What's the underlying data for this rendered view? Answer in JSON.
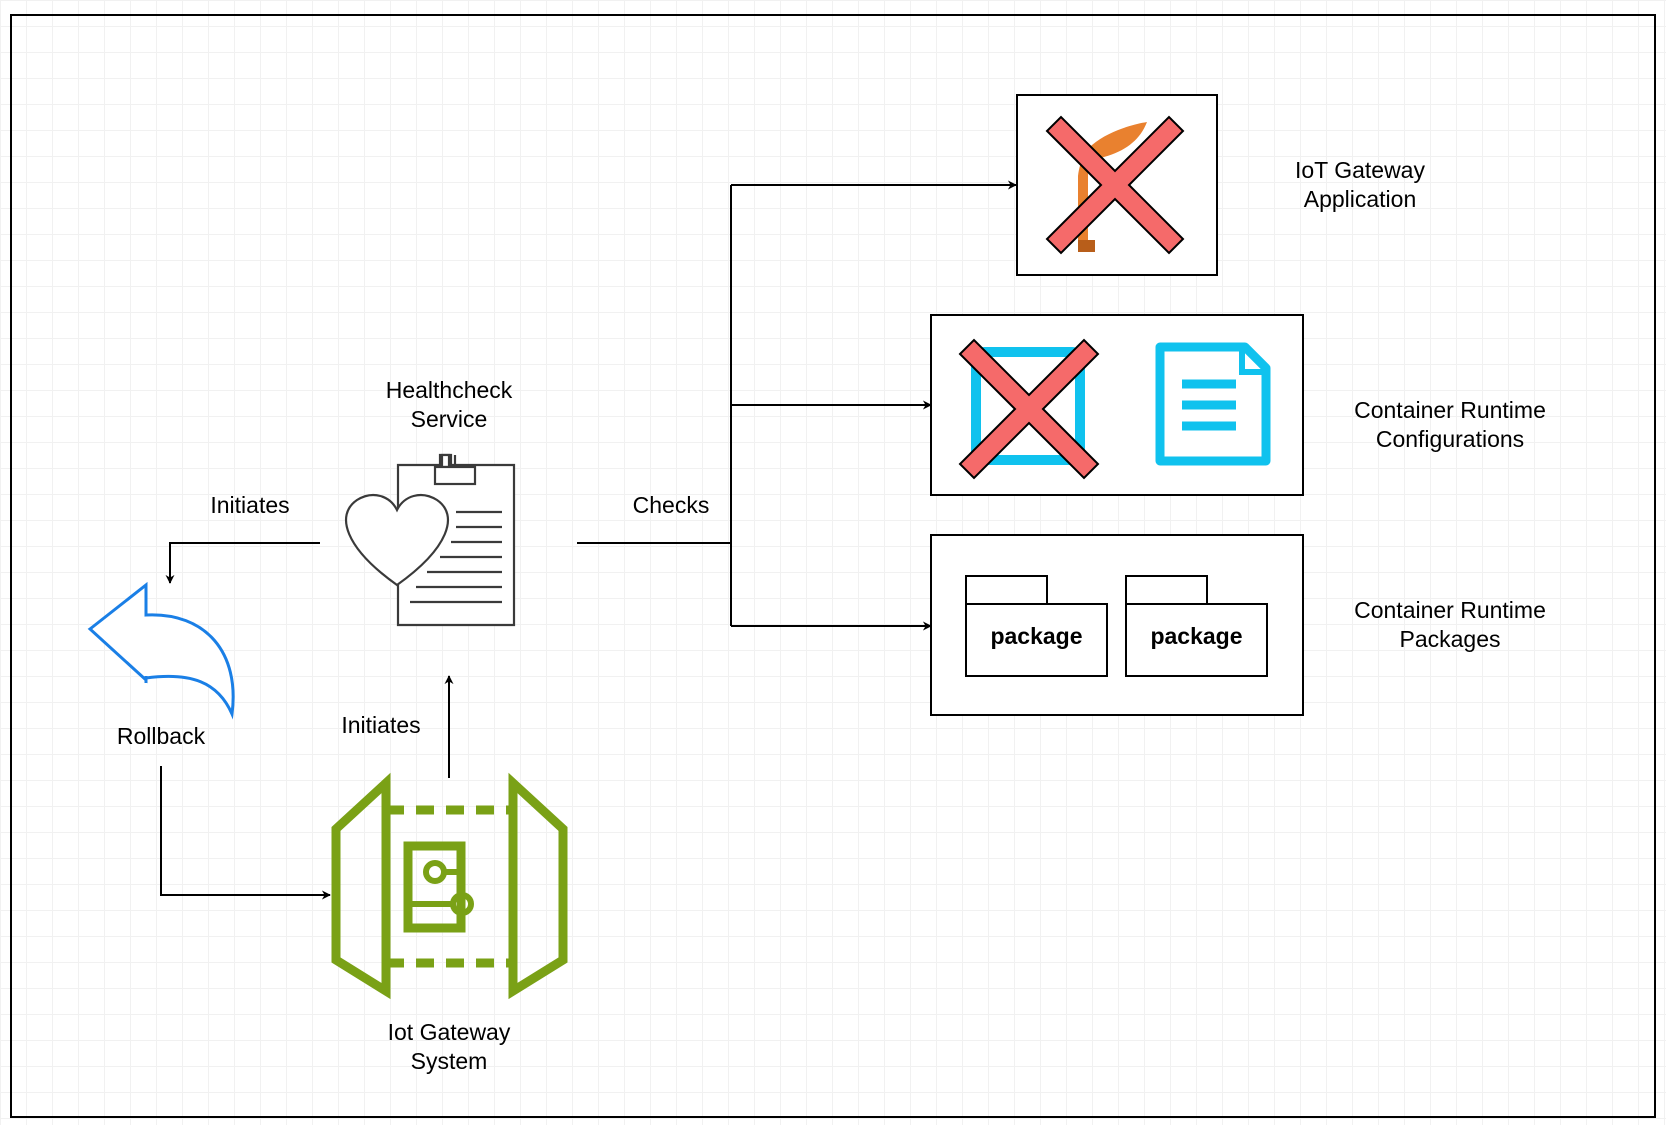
{
  "nodes": {
    "healthcheck": {
      "label": "Healthcheck\nService"
    },
    "gateway_system": {
      "label": "Iot Gateway\nSystem"
    },
    "rollback": {
      "label": "Rollback"
    },
    "gateway_app": {
      "label": "IoT Gateway\nApplication"
    },
    "runtime_config": {
      "label": "Container Runtime\nConfigurations"
    },
    "runtime_packages": {
      "label": "Container Runtime\nPackages",
      "packages": [
        "package",
        "package"
      ]
    }
  },
  "edges": {
    "gateway_to_healthcheck": "Initiates",
    "healthcheck_to_rollback": "Initiates",
    "healthcheck_checks": "Checks"
  },
  "colors": {
    "gateway_green": "#7aa116",
    "rollback_blue": "#1a7fe6",
    "cross_red": "#f56a6a",
    "config_cyan": "#10c2ee",
    "app_orange": "#e9812f"
  },
  "icons": {
    "healthcheck": "heart-clipboard-icon",
    "gateway_system": "iot-gateway-icon",
    "rollback": "undo-arrow-icon",
    "gateway_app": "app-icon-crossed",
    "runtime_config_left": "container-icon-crossed",
    "runtime_config_right": "document-icon"
  }
}
